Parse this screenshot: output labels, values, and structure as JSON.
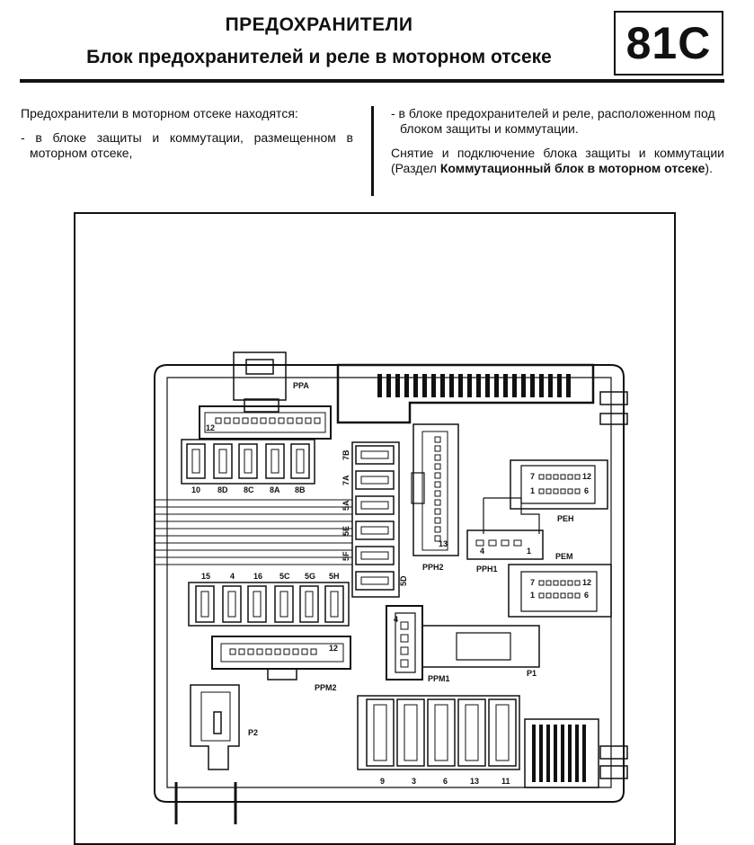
{
  "header": {
    "title": "ПРЕДОХРАНИТЕЛИ",
    "subtitle": "Блок предохранителей и реле в моторном отсеке",
    "section_code": "81C"
  },
  "body": {
    "intro": "Предохранители в моторном отсеке находятся:",
    "item_1": "- в блоке защиты и коммутации, размещенном в моторном отсеке,",
    "item_2": "- в блоке предохранителей и реле, расположенном под блоком защиты и коммутации.",
    "note_prefix": "Снятие и подключение блока защиты и коммутации (Раздел ",
    "note_bold": "Коммутационный блок в моторном отсеке",
    "note_suffix": ")."
  },
  "diagram": {
    "connectors": {
      "ppa": "PPA",
      "pph2": "PPH2",
      "pph1": "PPH1",
      "peh": "PEH",
      "pem": "PEM",
      "ppm1": "PPM1",
      "p1": "P1",
      "ppm2": "PPM2",
      "p2": "P2"
    },
    "pins": {
      "ppa_pin": "12",
      "peh_pin_7": "7",
      "peh_pin_1": "1",
      "peh_pin_12": "12",
      "peh_pin_6": "6",
      "pem_pin_7": "7",
      "pem_pin_1": "1",
      "pem_pin_12": "12",
      "pem_pin_6": "6",
      "pph1_pin_4": "4",
      "pph1_pin_1": "1",
      "pph2_pin": "13",
      "ppm1_pin": "4",
      "ppm2_pin": "12"
    },
    "fuse_row_top": [
      "10",
      "8D",
      "8C",
      "8A",
      "8B"
    ],
    "fuse_col_vertical": [
      "7B",
      "7A",
      "5A",
      "5E",
      "5F",
      "5D"
    ],
    "fuse_row_mid": [
      "15",
      "4",
      "16",
      "5C",
      "5G",
      "5H"
    ],
    "fuse_row_bottom": [
      "9",
      "3",
      "6",
      "13",
      "11"
    ]
  }
}
